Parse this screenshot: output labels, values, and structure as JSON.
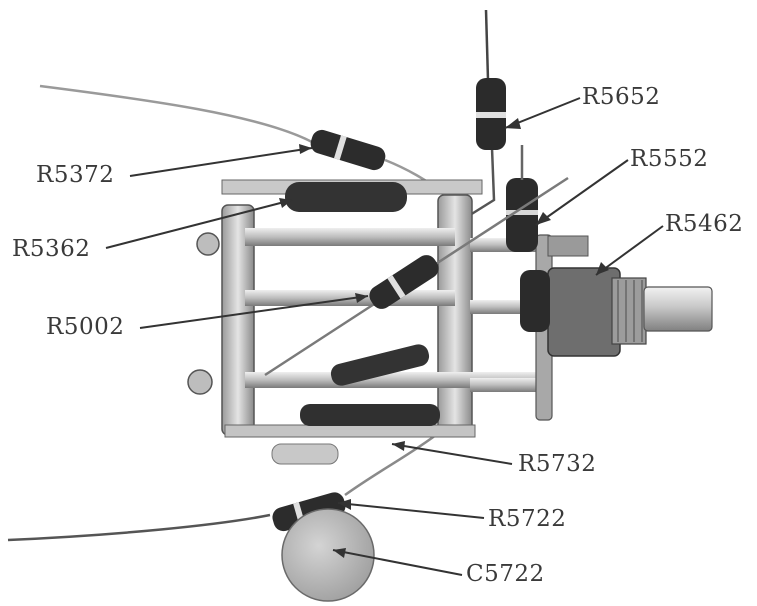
{
  "callouts": [
    {
      "id": "r5652",
      "label": "R5652"
    },
    {
      "id": "r5552",
      "label": "R5552"
    },
    {
      "id": "r5372",
      "label": "R5372"
    },
    {
      "id": "r5462",
      "label": "R5462"
    },
    {
      "id": "r5362",
      "label": "R5362"
    },
    {
      "id": "r5002",
      "label": "R5002"
    },
    {
      "id": "r5732",
      "label": "R5732"
    },
    {
      "id": "r5722",
      "label": "R5722"
    },
    {
      "id": "c5722",
      "label": "C5722"
    }
  ],
  "colors": {
    "label_text": "#3a3a3a",
    "leader_line": "#333333",
    "resistor_body": "#2c2c2c",
    "metal_light": "#d6d6d6",
    "metal_dark": "#8c8c8c",
    "capacitor_disc": "#bdbdbd"
  }
}
